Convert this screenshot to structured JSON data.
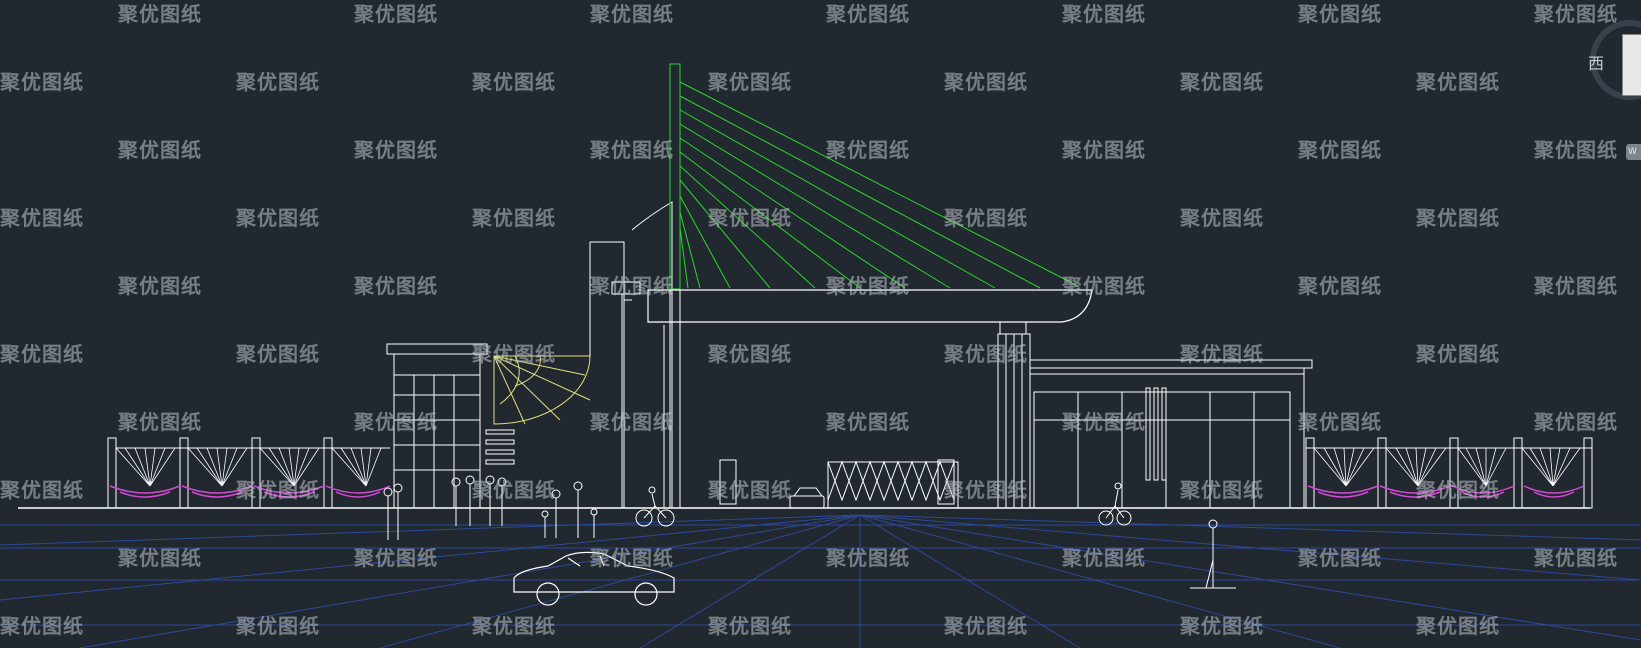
{
  "watermark": {
    "text": "聚优图纸"
  },
  "viewcube": {
    "compass_west": "西",
    "wcs_label": "W"
  },
  "colors": {
    "background": "#212830",
    "linework": "#ffffff",
    "cables": "#2bd62b",
    "fan_pattern": "#e3e07a",
    "railing_accent": "#d14ad1",
    "perspective_grid": "#2f4fa8",
    "watermark": "#c0c4c8"
  }
}
